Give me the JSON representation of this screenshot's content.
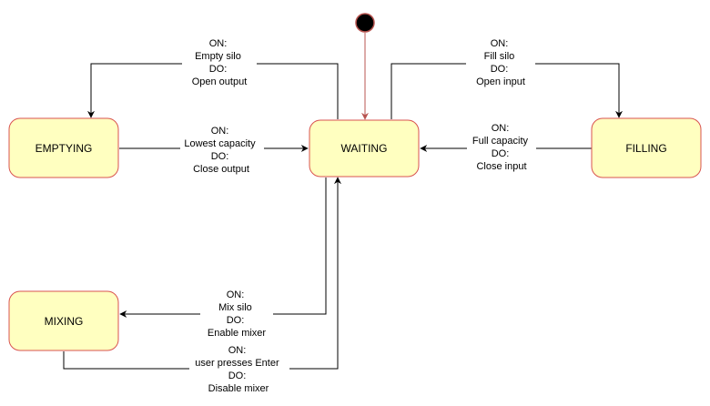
{
  "colors": {
    "state_fill": "#ffffc0",
    "state_stroke": "#d9534f",
    "initial_fill": "#000000",
    "initial_arrow": "#b85450",
    "edge": "#000000"
  },
  "states": {
    "waiting": "WAITING",
    "emptying": "EMPTYING",
    "filling": "FILLING",
    "mixing": "MIXING"
  },
  "transitions": [
    {
      "id": "waiting-to-emptying",
      "from": "WAITING",
      "to": "EMPTYING",
      "lines": [
        "ON:",
        "Empty silo",
        "DO:",
        "Open output"
      ]
    },
    {
      "id": "waiting-to-filling",
      "from": "WAITING",
      "to": "FILLING",
      "lines": [
        "ON:",
        "Fill silo",
        "DO:",
        "Open input"
      ]
    },
    {
      "id": "emptying-to-waiting",
      "from": "EMPTYING",
      "to": "WAITING",
      "lines": [
        "ON:",
        "Lowest capacity",
        "DO:",
        "Close output"
      ]
    },
    {
      "id": "filling-to-waiting",
      "from": "FILLING",
      "to": "WAITING",
      "lines": [
        "ON:",
        "Full capacity",
        "DO:",
        "Close input"
      ]
    },
    {
      "id": "waiting-to-mixing",
      "from": "WAITING",
      "to": "MIXING",
      "lines": [
        "ON:",
        "Mix silo",
        "DO:",
        "Enable mixer"
      ]
    },
    {
      "id": "mixing-to-waiting",
      "from": "MIXING",
      "to": "WAITING",
      "lines": [
        "ON:",
        "user presses Enter",
        "DO:",
        "Disable mixer"
      ]
    }
  ]
}
